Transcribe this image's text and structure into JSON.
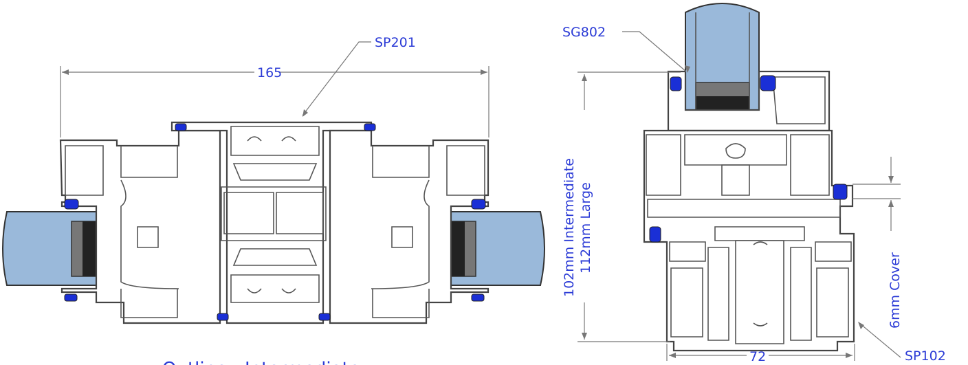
{
  "labels": {
    "sp201": "SP201",
    "dim_165": "165",
    "sg802": "SG802",
    "height_line1": "102mm Intermediate",
    "height_line2": "112mm Large",
    "cover": "6mm Cover",
    "dim_72": "72",
    "sp102": "SP102",
    "bottom_caption": "Outline - Intermediate"
  },
  "colors": {
    "label_blue": "#2b3bd6",
    "glass_blue": "#9ab9da",
    "seal_blue": "#1a2fd6"
  }
}
